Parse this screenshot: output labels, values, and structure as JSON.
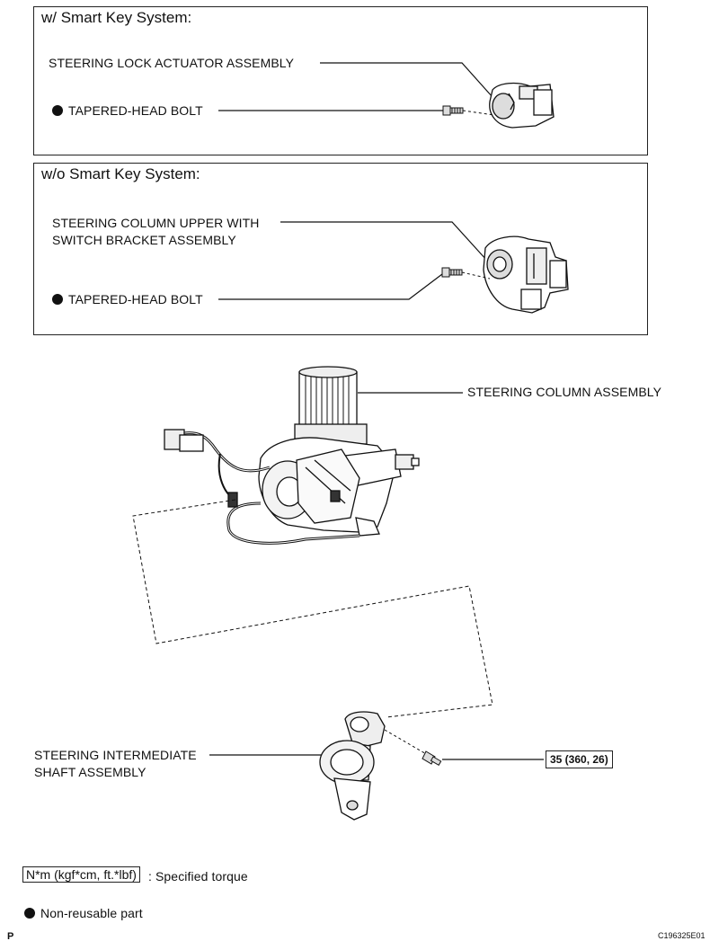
{
  "panels": {
    "smart_key": {
      "title": "w/ Smart Key System:",
      "part": "STEERING LOCK ACTUATOR ASSEMBLY",
      "bolt": "TAPERED-HEAD BOLT"
    },
    "no_smart_key": {
      "title": "w/o Smart Key System:",
      "part_line1": "STEERING COLUMN UPPER WITH",
      "part_line2": "SWITCH BRACKET ASSEMBLY",
      "bolt": "TAPERED-HEAD BOLT"
    }
  },
  "main": {
    "column_label": "STEERING COLUMN ASSEMBLY",
    "shaft_line1": "STEERING INTERMEDIATE",
    "shaft_line2": "SHAFT ASSEMBLY",
    "torque_value": "35 (360, 26)"
  },
  "legend": {
    "torque_unit": "N*m (kgf*cm, ft.*lbf)",
    "torque_desc": ": Specified torque",
    "nonreusable": "Non-reusable part"
  },
  "footer": {
    "left_mark": "P",
    "code": "C196325E01"
  }
}
